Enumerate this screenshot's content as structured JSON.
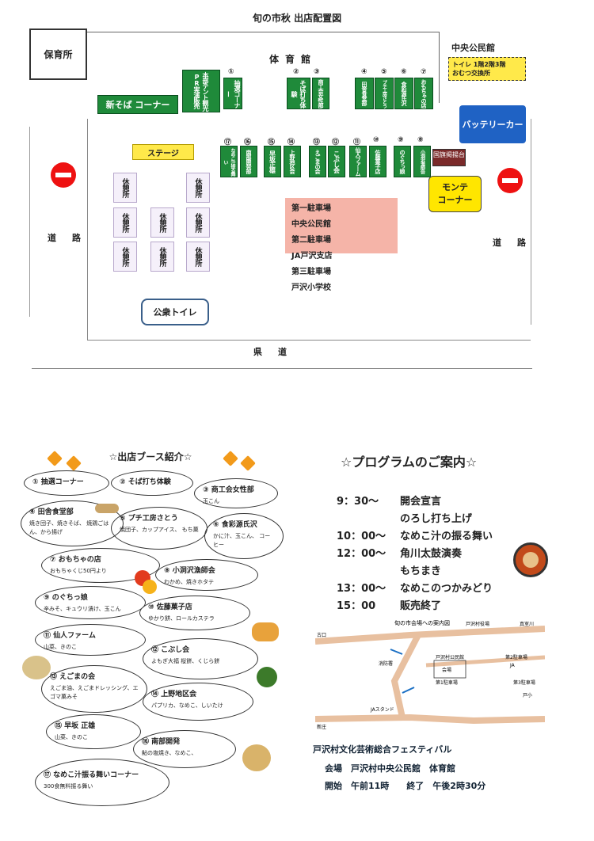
{
  "map": {
    "title": "旬の市秋 出店配置図",
    "hoikusho": "保育所",
    "gym": "体育館",
    "kominkan": "中央公民館",
    "toilet_line1": "トイレ 1階2階3階",
    "toilet_line2": "おむつ交換所",
    "road": "道路",
    "kendo": "県道",
    "soba_corner": "新そば コーナー",
    "honbu": "本部テント観光PR実演販売",
    "chusen": "抽選コーナー",
    "stage": "ステージ",
    "rest": "休憩所",
    "public_toilet": "公衆トイレ",
    "battery": "バッテリーカー",
    "kokubo": "国旗掲揚台",
    "monte_1": "モンテ",
    "monte_2": "コーナー",
    "parking": [
      {
        "name": "第一駐車場",
        "place": "中央公民館"
      },
      {
        "name": "第二駐車場",
        "place": "JA戸沢支店"
      },
      {
        "name": "第三駐車場",
        "place": "戸沢小学校"
      }
    ],
    "booths_top": [
      {
        "num": "①",
        "label": "抽選コーナー"
      },
      {
        "num": "②",
        "label": "そば打ち体験"
      },
      {
        "num": "③",
        "label": "商工会女性部"
      },
      {
        "num": "④",
        "label": "田舎食堂部"
      },
      {
        "num": "⑤",
        "label": "プチ工房さとう"
      },
      {
        "num": "⑥",
        "label": "食彩源氏沢"
      },
      {
        "num": "⑦",
        "label": "おもちゃの店"
      }
    ],
    "booths_bottom": [
      {
        "num": "⑰",
        "label": "なめこ汁振る舞い"
      },
      {
        "num": "⑯",
        "label": "南部開発部"
      },
      {
        "num": "⑮",
        "label": "早坂正雄"
      },
      {
        "num": "⑭",
        "label": "上野地区会"
      },
      {
        "num": "⑬",
        "label": "えごまの会"
      },
      {
        "num": "⑫",
        "label": "こぶし会"
      },
      {
        "num": "⑪",
        "label": "仙人ファーム"
      },
      {
        "num": "⑩",
        "label": "佐藤菓子店"
      },
      {
        "num": "⑨",
        "label": "のぐちっ娘"
      },
      {
        "num": "⑧",
        "label": "小洞沢漁師会"
      }
    ]
  },
  "booth_intro": {
    "title": "☆出店ブース紹介☆",
    "items": [
      {
        "h": "① 抽選コーナー",
        "s": ""
      },
      {
        "h": "② そば打ち体験",
        "s": ""
      },
      {
        "h": "③ 商工会女性部",
        "s": "玉こん"
      },
      {
        "h": "④ 田舎食堂部",
        "s": "焼き団子、焼きそば、 焼鶏ごはん、から揚げ"
      },
      {
        "h": "⑤ プチ工房さとう",
        "s": "焼団子、カップアイス、 もち菓"
      },
      {
        "h": "⑥ 食彩源氏沢",
        "s": "かに汁、玉こん、 コーヒー"
      },
      {
        "h": "⑦ おもちゃの店",
        "s": "おもちゃくじ50円より"
      },
      {
        "h": "⑧ 小洞沢漁師会",
        "s": "わかめ、焼きホタテ"
      },
      {
        "h": "⑨ のぐちっ娘",
        "s": "辛みそ、キュウリ漬け、玉こん"
      },
      {
        "h": "⑩ 佐藤菓子店",
        "s": "ゆかり餅、ロールカステラ"
      },
      {
        "h": "⑪ 仙人ファーム",
        "s": "山菜、きのこ"
      },
      {
        "h": "⑫ こぶし会",
        "s": "よもぎ大福 桜餅、くじら餅"
      },
      {
        "h": "⑬ えごまの会",
        "s": "えごま油、えごまドレッシング、エゴマ菓みそ"
      },
      {
        "h": "⑭ 上野地区会",
        "s": "パプリカ、なめこ、しいたけ"
      },
      {
        "h": "⑮ 早坂 正雄",
        "s": "山菜、きのこ"
      },
      {
        "h": "⑯ 南部開発",
        "s": "鮎の塩焼き、なめこ、"
      },
      {
        "h": "⑰ なめこ汁振る舞いコーナー",
        "s": "300食無料振る舞い"
      }
    ]
  },
  "program": {
    "title": "☆プログラムのご案内☆",
    "rows": [
      {
        "time": "9：30～",
        "event": "開会宣言"
      },
      {
        "time": "",
        "event": "のろし打ち上げ"
      },
      {
        "time": "10：00～",
        "event": "なめこ汁の振る舞い"
      },
      {
        "time": "12：00～",
        "event": "角川太鼓演奏"
      },
      {
        "time": "",
        "event": "もちまき"
      },
      {
        "time": "13：00～",
        "event": "なめこのつかみどり"
      },
      {
        "time": "15：00",
        "event": "販売終了"
      }
    ]
  },
  "guide_map": {
    "title": "旬の市会場への案内図",
    "labels": [
      "戸沢村公民館",
      "会場",
      "第1駐車場",
      "第2駐車場",
      "第3駐車場",
      "JA",
      "戸小",
      "消防署",
      "戸沢村役場",
      "JAスタンド",
      "古口",
      "新庄",
      "真室川"
    ]
  },
  "footer": {
    "festival": "戸沢村文化芸術総合フェスティバル",
    "venue_label": "会場",
    "venue": "戸沢村中央公民館　体育館",
    "start_label": "開始",
    "start": "午前11時",
    "end_label": "終了",
    "end": "午後2時30分"
  }
}
